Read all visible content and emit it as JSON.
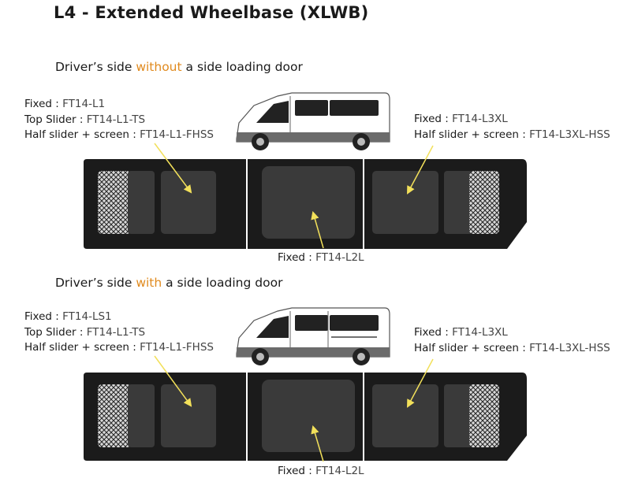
{
  "title": "L4 - Extended Wheelbase (XLWB)",
  "sections": [
    {
      "heading_pre": "Driver’s side ",
      "heading_hl": "without",
      "heading_post": " a side loading door",
      "left_labels": [
        {
          "name": "Fixed : ",
          "code": "FT14-L1"
        },
        {
          "name": "Top Slider : ",
          "code": "FT14-L1-TS"
        },
        {
          "name": "Half slider + screen : ",
          "code": "FT14-L1-FHSS"
        }
      ],
      "right_labels": [
        {
          "name": "Fixed : ",
          "code": "FT14-L3XL"
        },
        {
          "name": "Half slider + screen : ",
          "code": "FT14-L3XL-HSS"
        }
      ],
      "center_label": {
        "name": "Fixed : ",
        "code": "FT14-L2L"
      }
    },
    {
      "heading_pre": "Driver’s side ",
      "heading_hl": "with",
      "heading_post": " a side loading door",
      "left_labels": [
        {
          "name": "Fixed : ",
          "code": "FT14-LS1"
        },
        {
          "name": "Top Slider : ",
          "code": "FT14-L1-TS"
        },
        {
          "name": "Half slider + screen : ",
          "code": "FT14-L1-FHSS"
        }
      ],
      "right_labels": [
        {
          "name": "Fixed : ",
          "code": "FT14-L3XL"
        },
        {
          "name": "Half slider + screen : ",
          "code": "FT14-L3XL-HSS"
        }
      ],
      "center_label": {
        "name": "Fixed : ",
        "code": "FT14-L2L"
      }
    }
  ],
  "colors": {
    "accent": "#e08a1e",
    "panel": "#1b1b1b",
    "window": "#3a3a3a",
    "arrow": "#f2e05a"
  }
}
